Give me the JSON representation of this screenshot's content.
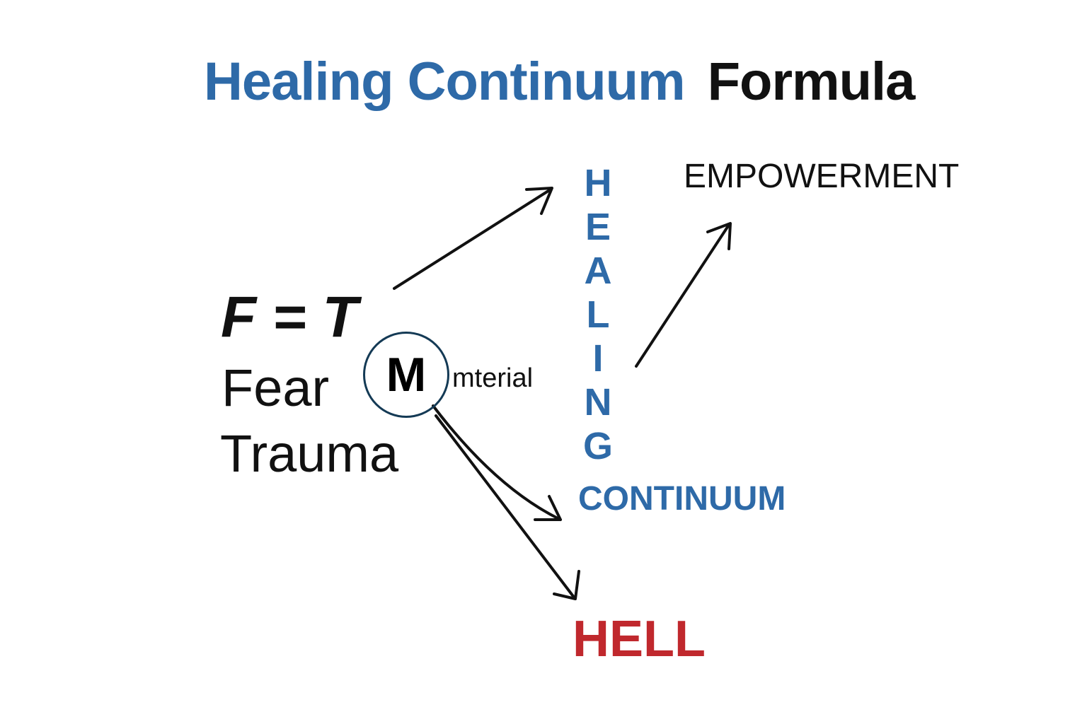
{
  "title": {
    "part1": "Healing Continuum",
    "part2": "Formula"
  },
  "healing_letters": [
    "H",
    "E",
    "A",
    "L",
    "I",
    "N",
    "G"
  ],
  "empowerment": "EMPOWERMENT",
  "formula": "F = T",
  "fear": "Fear",
  "trauma": "Trauma",
  "circle_letter": "M",
  "material": "mterial",
  "continuum": "CONTINUUM",
  "hell": "HELL",
  "colors": {
    "blue": "#2e6aa8",
    "red": "#c0282d",
    "black": "#111111"
  }
}
